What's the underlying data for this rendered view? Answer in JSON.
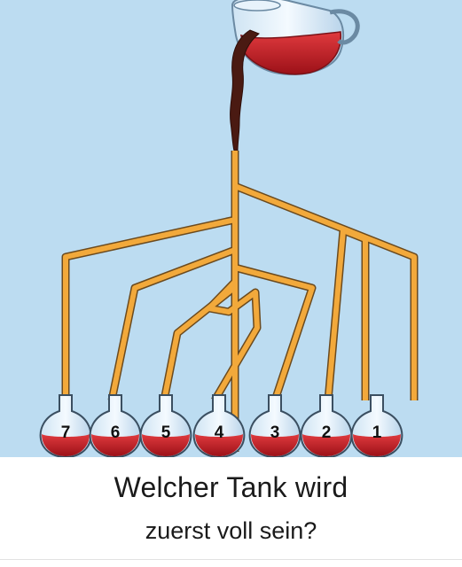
{
  "puzzle": {
    "question_line1": "Welcher Tank wird",
    "question_line2": "zuerst voll sein?",
    "flask_numbers": [
      "7",
      "6",
      "5",
      "4",
      "3",
      "2",
      "1"
    ]
  },
  "colors": {
    "sky": "#bcdcf1",
    "pipe": "#f2a93b",
    "pipe_outline": "#6b4a1e",
    "liquid": "#c9222a",
    "stream": "#4a1a12",
    "glass": "#dfeef8"
  }
}
